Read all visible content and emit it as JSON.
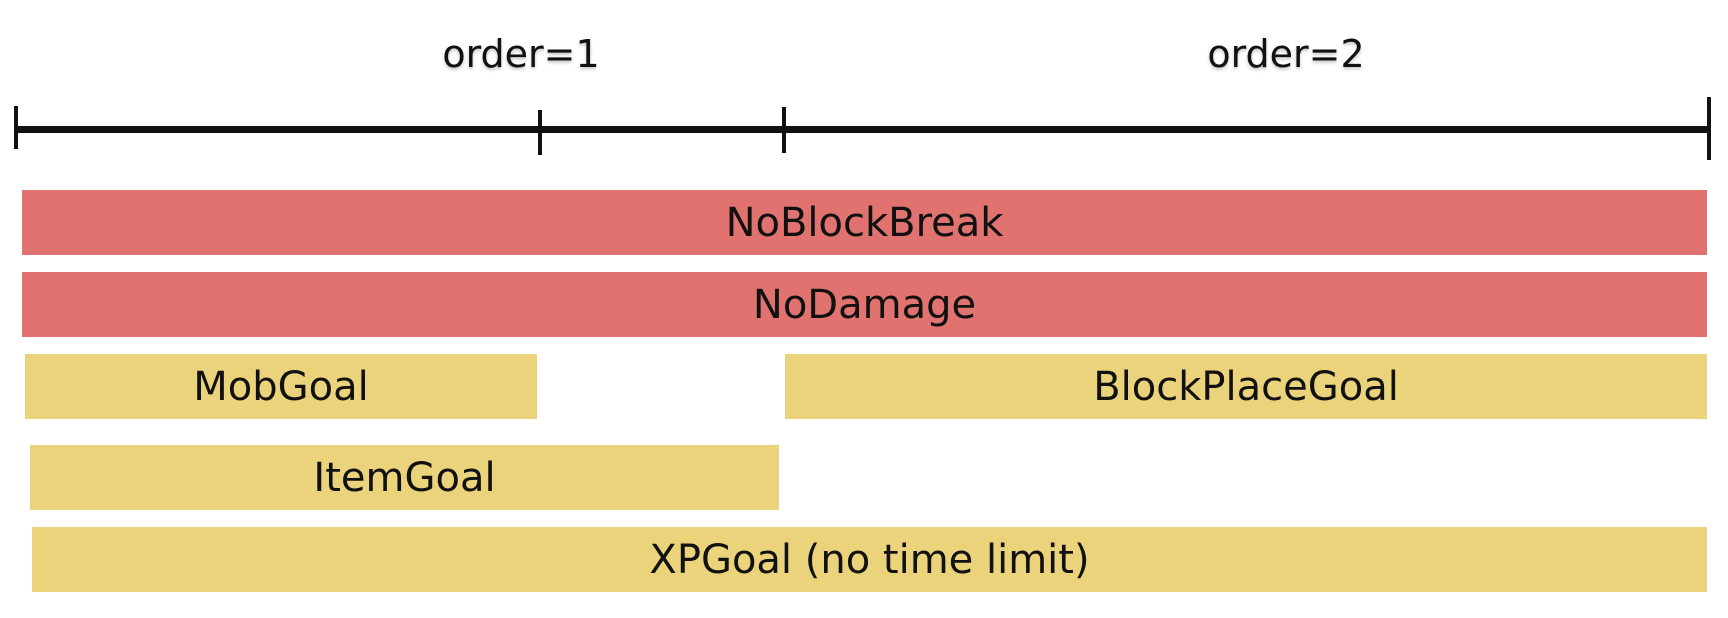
{
  "timeline": {
    "labels": {
      "order1": "order=1",
      "order2": "order=2"
    }
  },
  "colors": {
    "red_bar": "#e07370",
    "yellow_bar": "#ead37b",
    "line": "#111111"
  },
  "bars": {
    "no_block_break": "NoBlockBreak",
    "no_damage": "NoDamage",
    "mob_goal": "MobGoal",
    "block_place_goal": "BlockPlaceGoal",
    "item_goal": "ItemGoal",
    "xp_goal": "XPGoal (no time limit)"
  }
}
